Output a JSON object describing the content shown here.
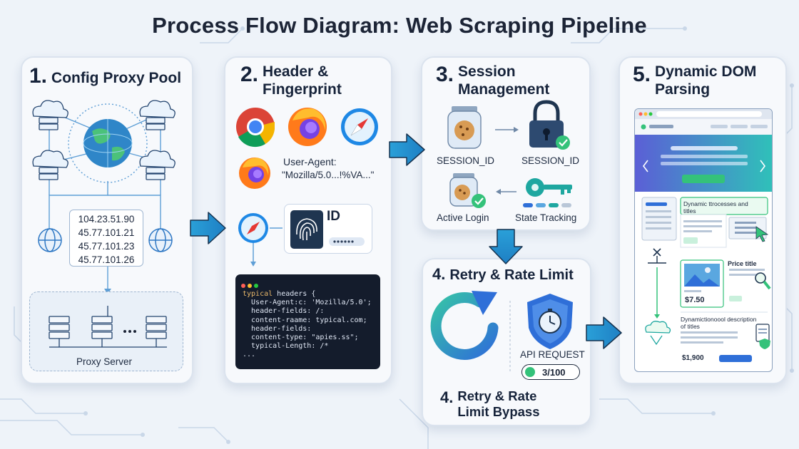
{
  "title": "Process Flow Diagram: Web Scraping Pipeline",
  "steps": [
    {
      "num": "1.",
      "title": "Config Proxy Pool",
      "ips": [
        "104.23.51.90",
        "45.77.101.21",
        "45.77.101.23",
        "45.77.101.26"
      ],
      "server_label": "Proxy Server"
    },
    {
      "num": "2.",
      "title_line1": "Header &",
      "title_line2": "Fingerprint",
      "ua_label": "User-Agent:",
      "ua_value": "\"Mozilla/5.0...!%VA...\"",
      "id_label": "ID",
      "code": {
        "head_a": "typical",
        "head_b": " headers {",
        "lines": [
          "  User-Agent:c: 'Mozilla/5.0';",
          "  header-fields: /:",
          "  content-raame: typical.com;",
          "  header-fields:",
          "  content-type: \"apies.ss\";",
          "  typical-Length: /*",
          "..."
        ]
      }
    },
    {
      "num": "3.",
      "title_line1": "Session",
      "title_line2": "Management",
      "labels": [
        "SESSION_ID",
        "SESSION_ID",
        "Active Login",
        "State Tracking"
      ]
    },
    {
      "num": "4.",
      "title": "Retry & Rate Limit",
      "api_label": "API REQUEST",
      "counter": "3/100",
      "bottom_num": "4.",
      "bottom_line1": "Retry & Rate",
      "bottom_line2": "Limit Bypass"
    },
    {
      "num": "5.",
      "title_line1": "Dynamic DOM",
      "title_line2": "Parsing",
      "dom": {
        "box1_line1": "Dynamic ttrocesses and",
        "box1_line2": "titles",
        "price_title": "Price title",
        "price": "$7.50",
        "desc_line1": "Dynamictionoool description",
        "desc_line2": "of titles",
        "total": "$1,900"
      }
    }
  ],
  "colors": {
    "arrow": "#2aa0d8",
    "accent_green": "#34c27a",
    "accent_blue": "#2f6fd8",
    "code_bg": "#141c2c"
  }
}
